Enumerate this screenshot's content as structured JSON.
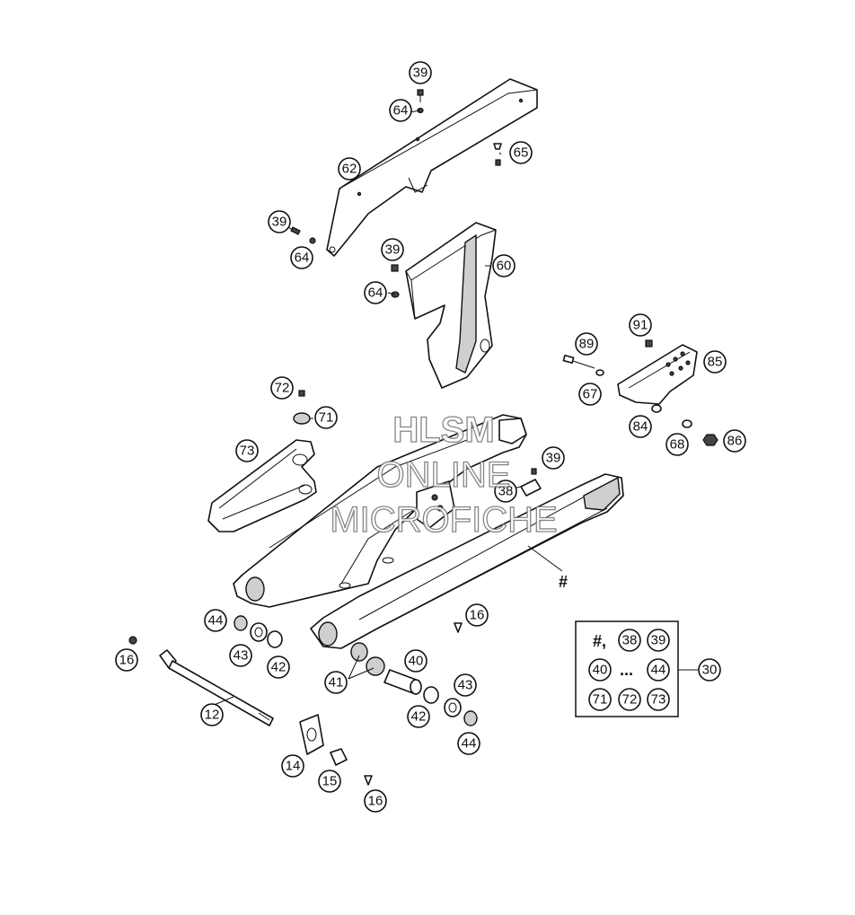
{
  "watermark": {
    "line1": "HLSM",
    "line2": "ONLINE",
    "line3": "MICROFICHE"
  },
  "legend": {
    "hash_symbol": "#,",
    "ellipsis": "...",
    "callout_number": "30",
    "items": [
      "38",
      "39",
      "40",
      "44",
      "71",
      "72",
      "73"
    ]
  },
  "hash_marker": "#",
  "callouts": [
    {
      "label": "39"
    },
    {
      "label": "64"
    },
    {
      "label": "65"
    },
    {
      "label": "62"
    },
    {
      "label": "39"
    },
    {
      "label": "64"
    },
    {
      "label": "39"
    },
    {
      "label": "60"
    },
    {
      "label": "64"
    },
    {
      "label": "91"
    },
    {
      "label": "89"
    },
    {
      "label": "85"
    },
    {
      "label": "67"
    },
    {
      "label": "72"
    },
    {
      "label": "71"
    },
    {
      "label": "84"
    },
    {
      "label": "68"
    },
    {
      "label": "86"
    },
    {
      "label": "73"
    },
    {
      "label": "39"
    },
    {
      "label": "38"
    },
    {
      "label": "16"
    },
    {
      "label": "44"
    },
    {
      "label": "43"
    },
    {
      "label": "42"
    },
    {
      "label": "16"
    },
    {
      "label": "40"
    },
    {
      "label": "41"
    },
    {
      "label": "43"
    },
    {
      "label": "42"
    },
    {
      "label": "44"
    },
    {
      "label": "12"
    },
    {
      "label": "14"
    },
    {
      "label": "15"
    },
    {
      "label": "16"
    }
  ]
}
